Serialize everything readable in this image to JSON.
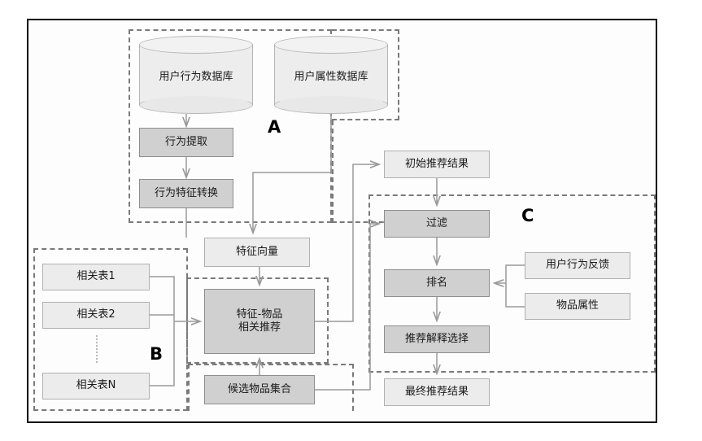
{
  "diagram": {
    "title_present": false,
    "groups": [
      {
        "id": "A",
        "label": "A"
      },
      {
        "id": "B",
        "label": "B"
      },
      {
        "id": "C",
        "label": "C"
      }
    ],
    "databases": [
      {
        "id": "user-behavior-db",
        "label": "用户行为数据库"
      },
      {
        "id": "user-attribute-db",
        "label": "用户属性数据库"
      }
    ],
    "nodes": [
      {
        "id": "behavior-extraction",
        "label": "行为提取",
        "style": "shaded"
      },
      {
        "id": "behavior-feature-transform",
        "label": "行为特征转换",
        "style": "shaded"
      },
      {
        "id": "feature-vector",
        "label": "特征向量",
        "style": "light"
      },
      {
        "id": "correlation-table-1",
        "label": "相关表1",
        "style": "light"
      },
      {
        "id": "correlation-table-2",
        "label": "相关表2",
        "style": "light"
      },
      {
        "id": "correlation-table-n",
        "label": "相关表N",
        "style": "light"
      },
      {
        "id": "feature-item-recommendation",
        "label": "特征-物品\n相关推荐",
        "line1": "特征-物品",
        "line2": "相关推荐",
        "style": "shaded"
      },
      {
        "id": "candidate-item-set",
        "label": "候选物品集合",
        "style": "shaded"
      },
      {
        "id": "initial-recommendation-result",
        "label": "初始推荐结果",
        "style": "light"
      },
      {
        "id": "filter",
        "label": "过滤",
        "style": "shaded"
      },
      {
        "id": "ranking",
        "label": "排名",
        "style": "shaded"
      },
      {
        "id": "recommendation-explanation-selection",
        "label": "推荐解释选择",
        "style": "shaded"
      },
      {
        "id": "final-recommendation-result",
        "label": "最终推荐结果",
        "style": "light"
      },
      {
        "id": "user-behavior-feedback",
        "label": "用户行为反馈",
        "style": "light"
      },
      {
        "id": "item-attribute",
        "label": "物品属性",
        "style": "light"
      }
    ],
    "colors": {
      "frame": "#000000",
      "group_dash": "#7a7a7a",
      "node_light_fill": "#ececec",
      "node_light_border": "#b0b0b0",
      "node_shaded_fill": "#d0d0d0",
      "node_shaded_border": "#8e8e8e",
      "cylinder_fill": "#eeeeee",
      "connector": "#9a9a9a",
      "background": "#ffffff"
    },
    "chart_data": {
      "type": "flowchart",
      "title": "",
      "edges": [
        {
          "from": "user-behavior-db",
          "to": "behavior-extraction"
        },
        {
          "from": "behavior-extraction",
          "to": "behavior-feature-transform"
        },
        {
          "from": "behavior-feature-transform",
          "to": "feature-vector"
        },
        {
          "from": "user-attribute-db",
          "to": "feature-vector"
        },
        {
          "from": "feature-vector",
          "to": "feature-item-recommendation"
        },
        {
          "from": "correlation-table-1",
          "to": "feature-item-recommendation"
        },
        {
          "from": "correlation-table-2",
          "to": "feature-item-recommendation"
        },
        {
          "from": "correlation-table-n",
          "to": "feature-item-recommendation"
        },
        {
          "from": "candidate-item-set",
          "to": "feature-item-recommendation"
        },
        {
          "from": "feature-item-recommendation",
          "to": "initial-recommendation-result"
        },
        {
          "from": "initial-recommendation-result",
          "to": "filter"
        },
        {
          "from": "candidate-item-set",
          "to": "filter"
        },
        {
          "from": "filter",
          "to": "ranking"
        },
        {
          "from": "user-behavior-feedback",
          "to": "ranking"
        },
        {
          "from": "item-attribute",
          "to": "ranking"
        },
        {
          "from": "ranking",
          "to": "recommendation-explanation-selection"
        },
        {
          "from": "recommendation-explanation-selection",
          "to": "final-recommendation-result"
        }
      ]
    }
  }
}
